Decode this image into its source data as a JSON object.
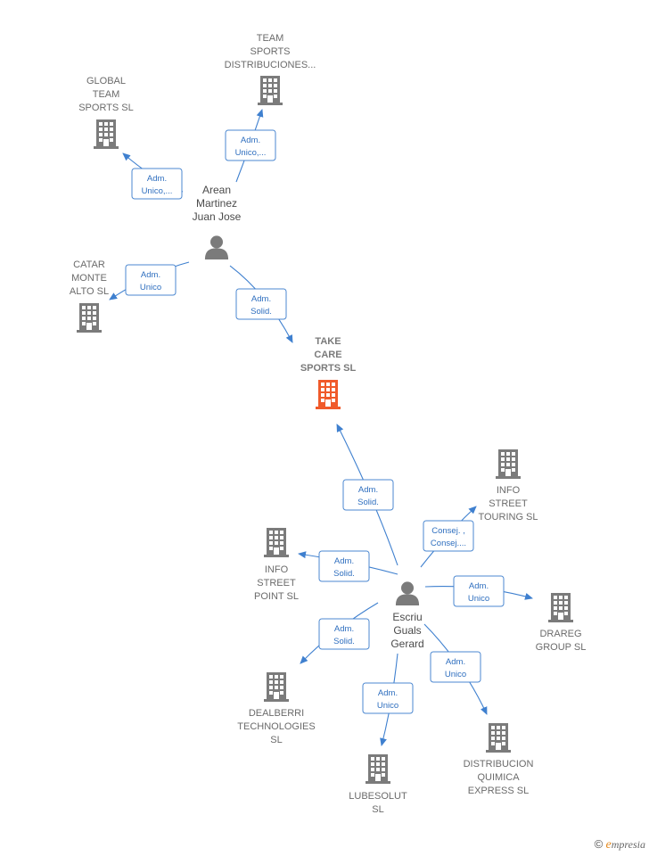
{
  "colors": {
    "building": "#7b7b7b",
    "focus_building": "#f05a2a",
    "person": "#7b7b7b",
    "edge": "#3f80cf"
  },
  "nodes": {
    "team_sports_distribuciones": {
      "label": [
        "TEAM",
        "SPORTS",
        "DISTRIBUCIONES..."
      ],
      "icon": "building-icon"
    },
    "global_team_sports": {
      "label": [
        "GLOBAL",
        "TEAM",
        "SPORTS  SL"
      ],
      "icon": "building-icon"
    },
    "catar_monte_alto": {
      "label": [
        "CATAR",
        "MONTE",
        "ALTO  SL"
      ],
      "icon": "building-icon"
    },
    "take_care_sports": {
      "label": [
        "TAKE",
        "CARE",
        "SPORTS  SL"
      ],
      "icon": "building-icon",
      "focus": true
    },
    "info_street_touring": {
      "label": [
        "INFO",
        "STREET",
        "TOURING SL"
      ],
      "icon": "building-icon"
    },
    "info_street_point": {
      "label": [
        "INFO",
        "STREET",
        "POINT SL"
      ],
      "icon": "building-icon"
    },
    "drareg_group": {
      "label": [
        "DRAREG",
        "GROUP  SL"
      ],
      "icon": "building-icon"
    },
    "dealberri_technologies": {
      "label": [
        "DEALBERRI",
        "TECHNOLOGIES",
        "SL"
      ],
      "icon": "building-icon"
    },
    "lubesolut": {
      "label": [
        "LUBESOLUT",
        "SL"
      ],
      "icon": "building-icon"
    },
    "distribucion_quimica_express": {
      "label": [
        "DISTRIBUCION",
        "QUIMICA",
        "EXPRESS  SL"
      ],
      "icon": "building-icon"
    },
    "arean_martinez": {
      "label": [
        "Arean",
        "Martinez",
        "Juan Jose"
      ],
      "icon": "person-icon"
    },
    "escriu_guals": {
      "label": [
        "Escriu",
        "Guals",
        "Gerard"
      ],
      "icon": "person-icon"
    }
  },
  "edges": [
    {
      "id": "e1",
      "from": "arean_martinez",
      "to": "team_sports_distribuciones",
      "role": [
        "Adm.",
        "Unico,..."
      ]
    },
    {
      "id": "e2",
      "from": "arean_martinez",
      "to": "global_team_sports",
      "role": [
        "Adm.",
        "Unico,..."
      ]
    },
    {
      "id": "e3",
      "from": "arean_martinez",
      "to": "catar_monte_alto",
      "role": [
        "Adm.",
        "Unico"
      ]
    },
    {
      "id": "e4",
      "from": "arean_martinez",
      "to": "take_care_sports",
      "role": [
        "Adm.",
        "Solid."
      ]
    },
    {
      "id": "e5",
      "from": "escriu_guals",
      "to": "take_care_sports",
      "role": [
        "Adm.",
        "Solid."
      ]
    },
    {
      "id": "e6",
      "from": "escriu_guals",
      "to": "info_street_touring",
      "role": [
        "Consej. ,",
        "Consej...."
      ]
    },
    {
      "id": "e7",
      "from": "escriu_guals",
      "to": "info_street_point",
      "role": [
        "Adm.",
        "Solid."
      ]
    },
    {
      "id": "e8",
      "from": "escriu_guals",
      "to": "drareg_group",
      "role": [
        "Adm.",
        "Unico"
      ]
    },
    {
      "id": "e9",
      "from": "escriu_guals",
      "to": "dealberri_technologies",
      "role": [
        "Adm.",
        "Solid."
      ]
    },
    {
      "id": "e10",
      "from": "escriu_guals",
      "to": "lubesolut",
      "role": [
        "Adm.",
        "Unico"
      ]
    },
    {
      "id": "e11",
      "from": "escriu_guals",
      "to": "distribucion_quimica_express",
      "role": [
        "Adm.",
        "Unico"
      ]
    }
  ],
  "footer": {
    "copyright": "©",
    "brand_initial": "e",
    "brand_rest": "mpresia"
  }
}
